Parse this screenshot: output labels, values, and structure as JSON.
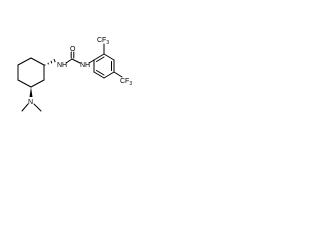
{
  "atoms": {
    "nh_left": "NH",
    "carbonyl_o": "O",
    "nh_right": "NH",
    "amine_n": "N",
    "cf3_top": "CF",
    "cf3_top_sub": "3",
    "cf3_bottom": "CF",
    "cf3_bottom_sub": "3"
  }
}
